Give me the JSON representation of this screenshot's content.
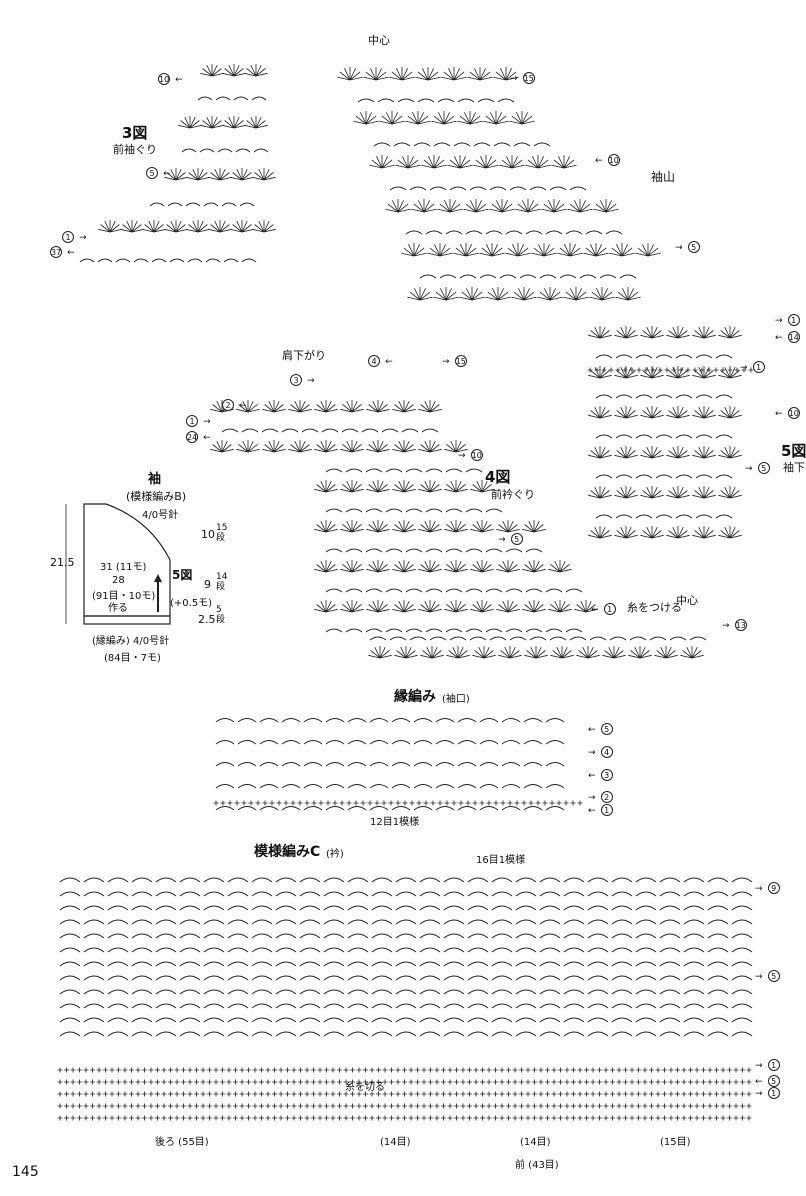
{
  "page_number": "145",
  "fig3": {
    "title": "3図",
    "subtitle": "前袖ぐり",
    "row_labels": [
      "10",
      "5",
      "1",
      "37"
    ]
  },
  "sleeve_cap": {
    "center_label": "中心",
    "label": "袖山",
    "row_labels": [
      "15",
      "10",
      "5",
      "1",
      "14",
      "10",
      "5",
      "1"
    ]
  },
  "fig5": {
    "title": "5図",
    "subtitle": "袖下"
  },
  "fig4": {
    "title": "4図",
    "subtitle": "前衿ぐり",
    "shoulder_label": "肩下がり",
    "row_labels": [
      "4",
      "15",
      "3",
      "2",
      "1",
      "24",
      "10",
      "5",
      "1",
      "13"
    ],
    "attach_label": "糸をつける",
    "center_label": "中心"
  },
  "sleeve_schematic": {
    "title": "袖",
    "pattern": "(模様編みB)",
    "needle": "4/0号針",
    "height": "21.5",
    "w31": "31 (11モ)",
    "w28": "28",
    "w28sub": "(91目・10モ)",
    "make": "作る",
    "fig5": "5図",
    "seg10": "10",
    "seg10rows": "15段",
    "seg9": "9",
    "seg9rows": "14段",
    "inc": "(+0.5モ)",
    "seg25": "2.5",
    "seg25rows": "5段",
    "border": "(縁編み) 4/0号針",
    "bottom": "(84目・7モ)"
  },
  "edging": {
    "title": "縁編み",
    "subtitle": "(袖口)",
    "repeat": "12目1模様",
    "row_labels": [
      "5",
      "4",
      "3",
      "2",
      "1"
    ]
  },
  "pattern_c": {
    "title": "模様編みC",
    "subtitle": "(衿)",
    "repeat": "16目1模様",
    "cut_label": "糸を切る",
    "row_labels": [
      "9",
      "5",
      "1",
      "5",
      "1"
    ],
    "back_label": "後ろ (55目)",
    "s1": "(14目)",
    "s2": "(14目)",
    "s3": "(15目)",
    "front_label": "前 (43目)"
  }
}
